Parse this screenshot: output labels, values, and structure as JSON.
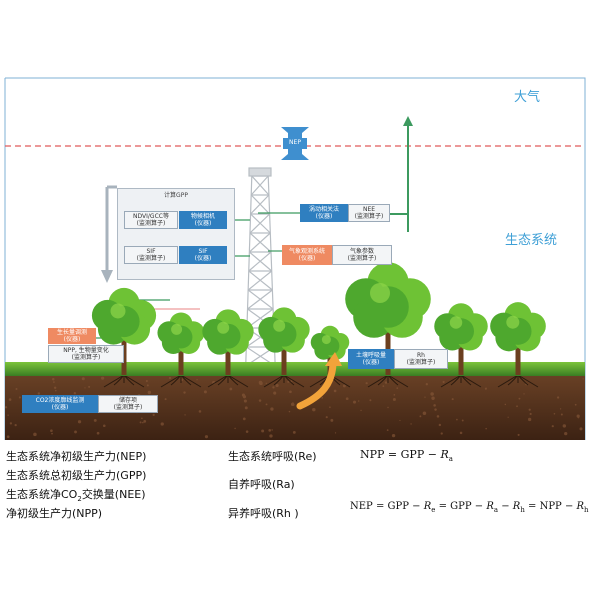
{
  "labels": {
    "atmosphere": "大气",
    "ecosystem": "生态系统",
    "nep_arrow": "NEP",
    "gpp_group_title": "计算GPP"
  },
  "boxes": {
    "ndvi": "NDVI/GCC等\n(监测算子)",
    "sif_calc": "SIF\n(监测算子)",
    "phenocam": "物候相机\n(仪器)",
    "sif_inst": "SIF\n(仪器)",
    "eddy": "涡动相关法\n(仪器)",
    "nee": "NEE\n(监测算子)",
    "met_sys": "气象观测系统\n(仪器)",
    "met_params": "气象参数\n(监测算子)",
    "growth": "生长量调测\n(仪器)",
    "npp_biomass": "NPP, 生物量变化\n(监测算子)",
    "soil_resp": "土壤呼吸量\n(仪器)",
    "rh": "Rh\n(监测算子)",
    "co2_flux": "CO2浓度廓线监测\n(仪器)",
    "storage": "储存项\n(监测算子)"
  },
  "legend": {
    "nep": "生态系统净初级生产力(NEP)",
    "gpp": "生态系统总初级生产力(GPP)",
    "nee_pre": "生态系统净CO",
    "nee_sub": "2",
    "nee_post": "交换量(NEE)",
    "npp": "净初级生产力(NPP)",
    "re": "生态系统呼吸(Re)",
    "ra": "自养呼吸(Ra)",
    "rh": "异养呼吸(Rh )"
  },
  "equations": {
    "eq1_left": "NPP = GPP − ",
    "eq1_var": "R",
    "eq1_sub": "a",
    "eq2_a": "NEP = GPP − ",
    "eq2_r1": "R",
    "eq2_s1": "e",
    "eq2_b": " = GPP − ",
    "eq2_r2": "R",
    "eq2_s2": "a",
    "eq2_c": " − ",
    "eq2_r3": "R",
    "eq2_s3": "h",
    "eq2_d": " = NPP − ",
    "eq2_r4": "R",
    "eq2_s4": "h"
  },
  "colors": {
    "frame_line": "#7fb0d6",
    "boundary": "#e05a5a",
    "sky_label": "#3e9fd6",
    "arrow_green": "#3c9a5f",
    "arrow_blue": "#3f8fcf",
    "gray_arrow": "#a8b3bd",
    "soil": "#5a3521",
    "grass": "#3f8f2f",
    "tree_dark": "#2f8a2a",
    "tree_light": "#6ec235",
    "orange": "#f2a33a"
  }
}
